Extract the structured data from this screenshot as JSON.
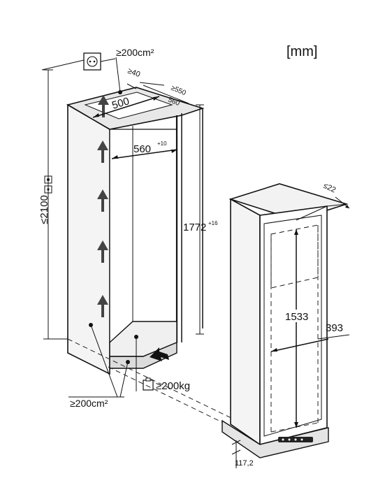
{
  "unit_label": "[mm]",
  "niche": {
    "vent_top_area": "≥200cm²",
    "top_clearance": "≥40",
    "depth_min": "≥550",
    "depth_nominal": "560",
    "top_width": "500",
    "inner_width": "560",
    "inner_width_tolerance": "+10",
    "total_height": "≤2100",
    "niche_height": "1772",
    "niche_height_tolerance": "+16",
    "vent_bottom_area": "≥200cm²",
    "floor_load": "≥200kg"
  },
  "appliance": {
    "door_gap": "≤22",
    "door_height": "1533",
    "door_width": "393",
    "plinth_height": "117,2"
  },
  "icons": [
    "socket-icon",
    "ground-symbol-icon",
    "weight-icon",
    "airflow-arrow-icon"
  ]
}
